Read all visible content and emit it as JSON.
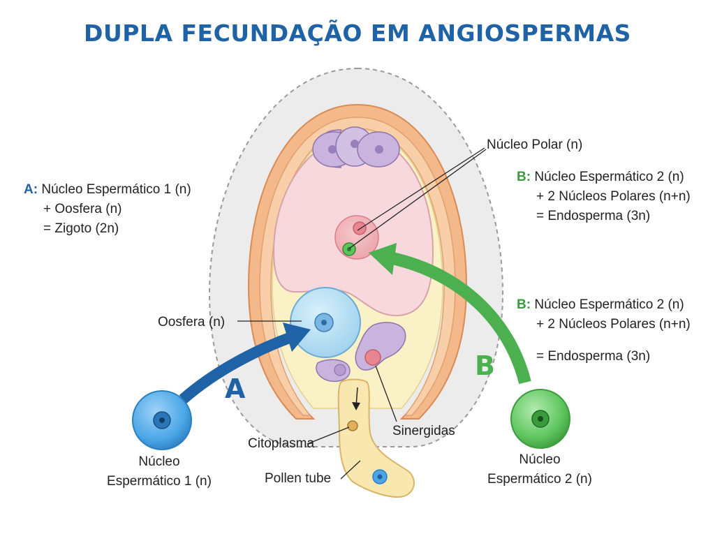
{
  "title": "DUPLA FECUNDAÇÃO EM ANGIOSPERMAS",
  "colors": {
    "title": "#1f63a6",
    "arrow_a": "#1f63a6",
    "arrow_b": "#4caf50",
    "sac_fill": "#f7d9dd",
    "integument": "#f3b98a",
    "antipodal": "#c8b4dc",
    "sperm1": "#4aa6e6",
    "sperm2": "#5cc45c"
  },
  "labels": {
    "polar_nucleus": "Núcleo Polar (n)",
    "egg_cell": "Oosfera (n)",
    "cytoplasm": "Citoplasma",
    "pollen_tube": "Pollen tube",
    "synergids": "Sinergidas",
    "sperm1": [
      "Núcleo",
      "Espermático 1 (n)"
    ],
    "sperm2": [
      "Núcleo",
      "Espermático 2 (n)"
    ],
    "arrow_a": "A",
    "arrow_b": "B"
  },
  "legend_a": {
    "key": "A:",
    "line1": "Núcleo Espermático 1 (n)",
    "line2": "+ Oosfera (n)",
    "line3": "= Zigoto (2n)"
  },
  "legend_b_top": {
    "key": "B:",
    "line1": "Núcleo Espermático 2 (n)",
    "line2": "+ 2 Núcleos Polares (n+n)",
    "line3": "= Endosperma (3n)"
  },
  "legend_b_mid": {
    "key": "B:",
    "line1": "Núcleo Espermático 2 (n)",
    "line2": "+ 2 Núcleos Polares (n+n)",
    "line3": "= Endosperma (3n)"
  },
  "icons": {
    "arrow_a": "curved-arrow-icon",
    "arrow_b": "curved-arrow-icon",
    "small_arrow": "down-arrow-icon"
  }
}
